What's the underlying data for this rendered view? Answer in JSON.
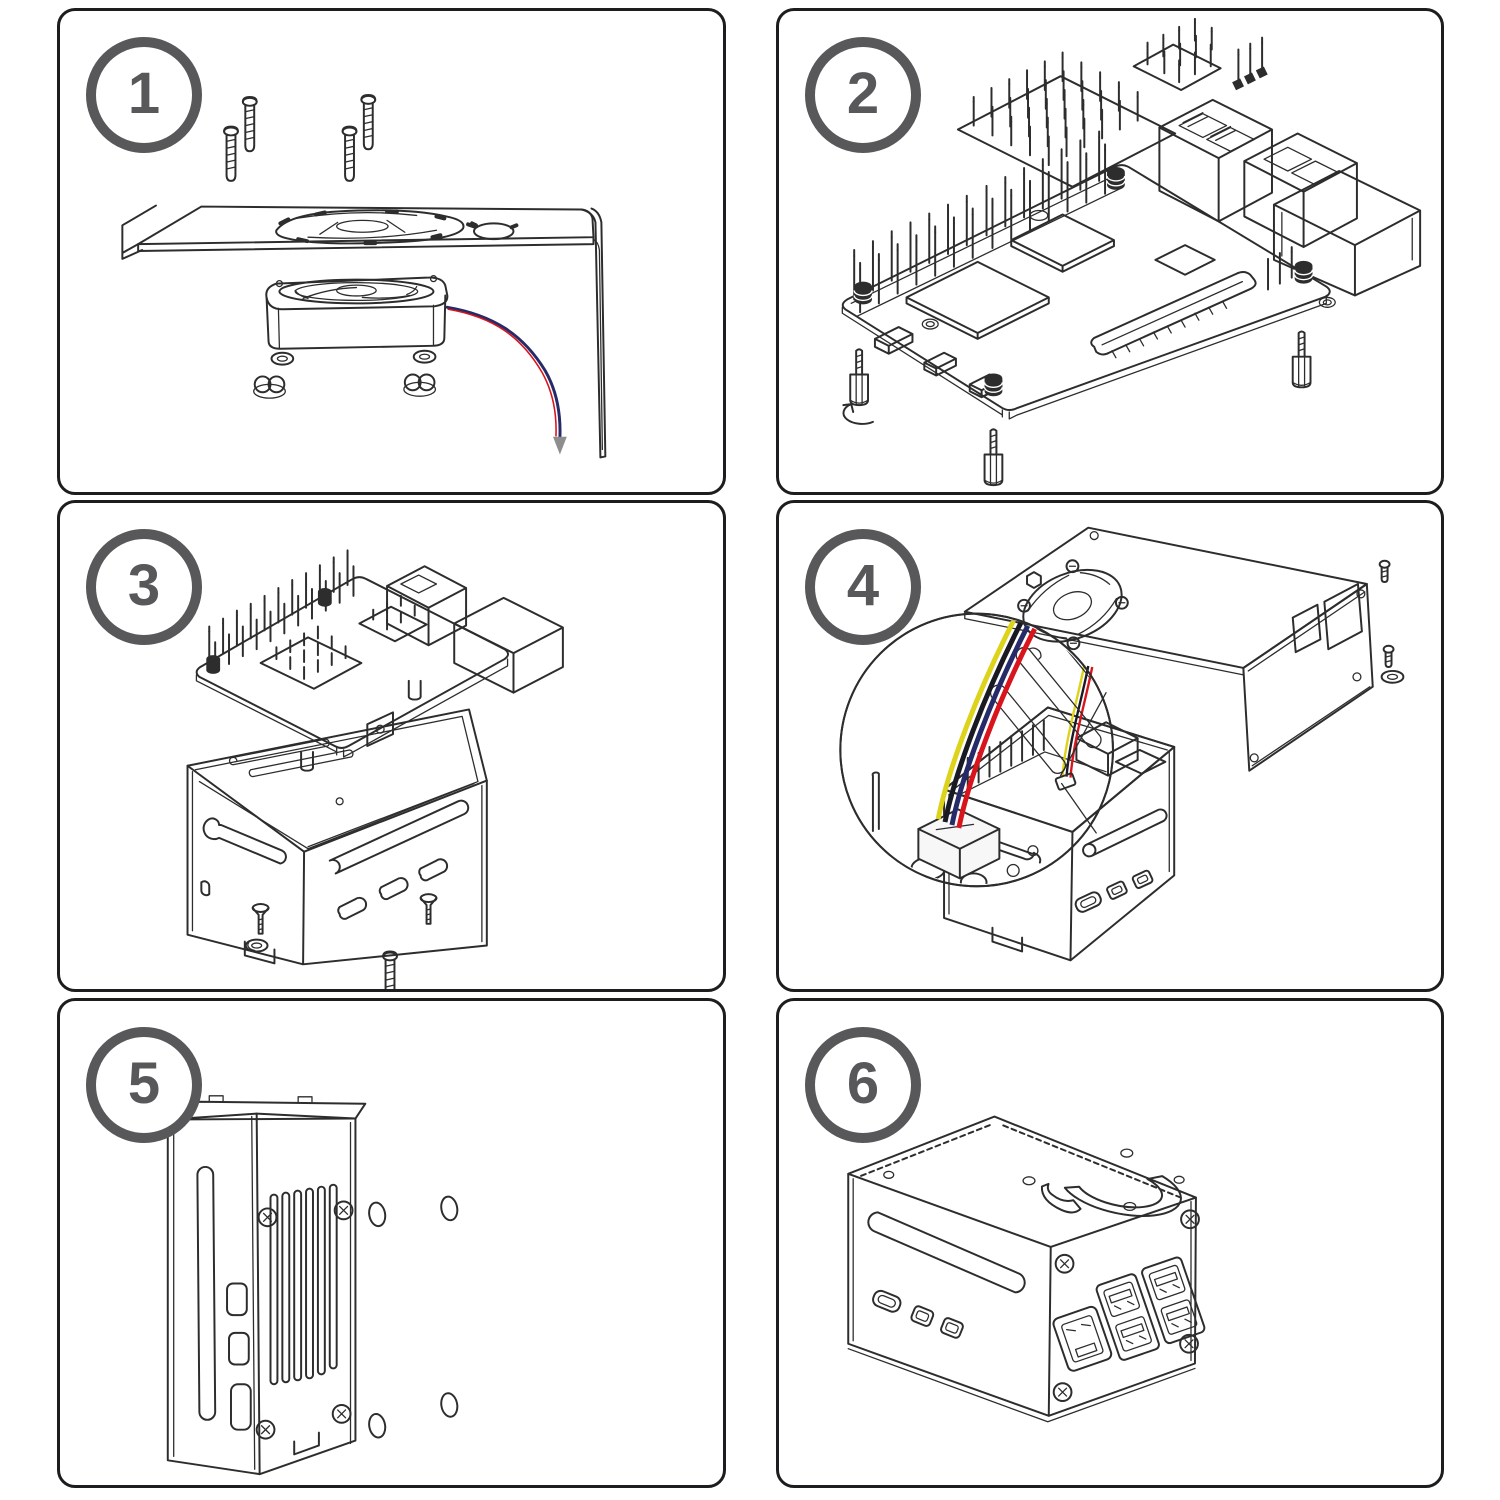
{
  "theme": {
    "bg": "#ffffff",
    "line": "#2d2d2d",
    "panel-border": "#1d1d1f",
    "badge": "#58585a"
  },
  "colors": {
    "wire_yellow": "#ddd31b",
    "wire_red": "#d8151d",
    "wire_blue": "#262a68",
    "wire_black": "#1a1a22",
    "connector_white": "#f7f7f7",
    "connector_gray": "#e2e2e2",
    "arrow_gray": "#8e8e8e"
  },
  "steps": [
    {
      "number": "1",
      "illustration": "fan-and-top-lid-with-screws"
    },
    {
      "number": "2",
      "illustration": "raspberry-pi-board-heatsinks-standoffs"
    },
    {
      "number": "3",
      "illustration": "board-lowered-into-case-bottom"
    },
    {
      "number": "4",
      "illustration": "lid-with-fan-and-connector-closeup"
    },
    {
      "number": "5",
      "illustration": "case-side-vents-wall-mount-holes"
    },
    {
      "number": "6",
      "illustration": "fully-assembled-case"
    }
  ]
}
